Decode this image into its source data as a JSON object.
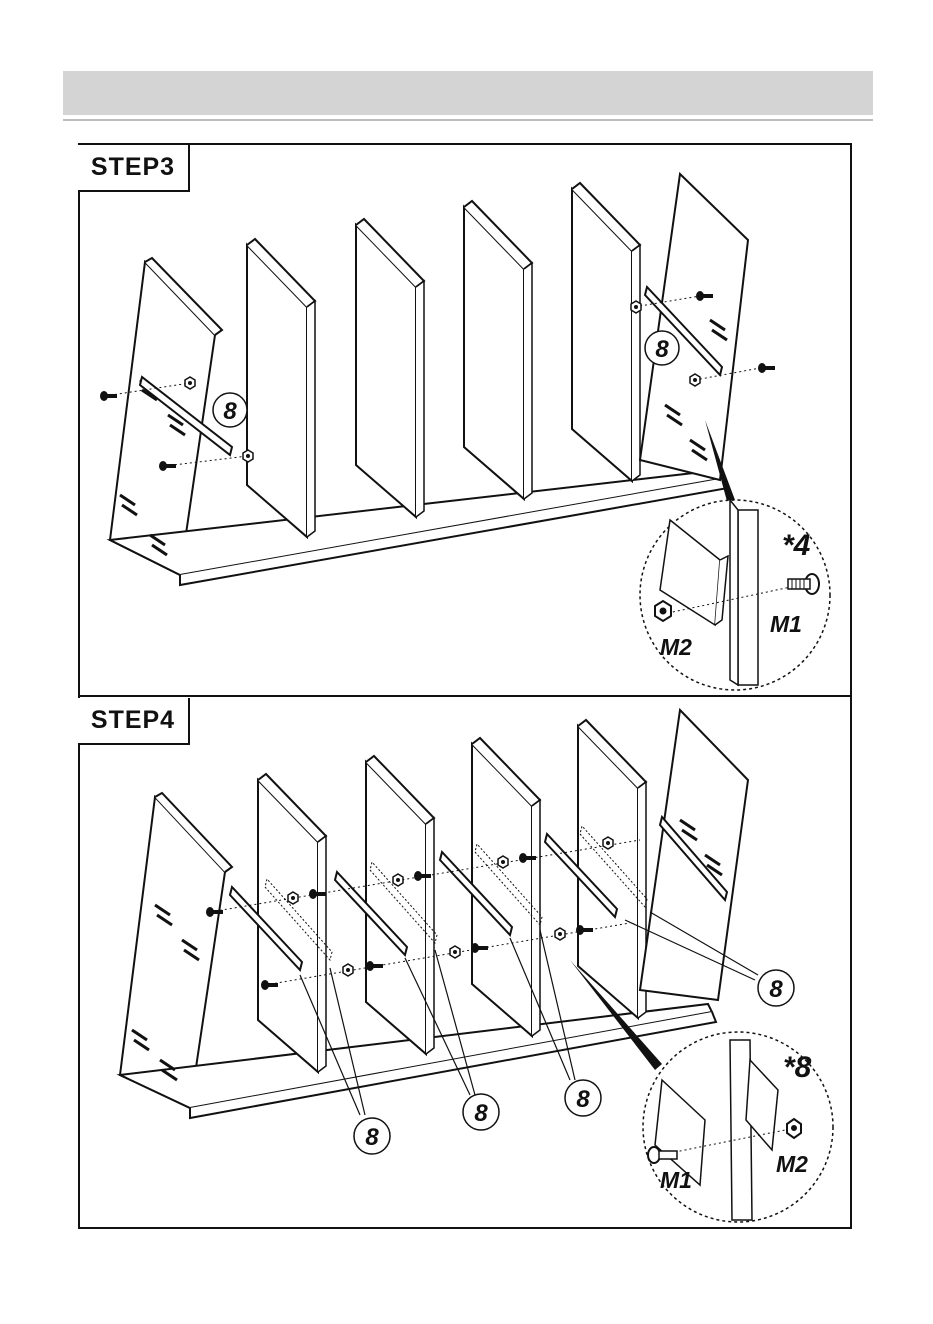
{
  "steps": [
    {
      "label": "STEP3",
      "part_callouts": [
        "8",
        "8"
      ],
      "detail": {
        "quantity": "*4",
        "screw_label": "M1",
        "nut_label": "M2"
      }
    },
    {
      "label": "STEP4",
      "part_callouts": [
        "8",
        "8",
        "8",
        "8"
      ],
      "detail": {
        "quantity": "*8",
        "screw_label": "M1",
        "nut_label": "M2"
      }
    }
  ],
  "icons": {
    "screw": "screw-icon",
    "nut": "hex-nut-icon",
    "panel": "shelf-panel",
    "bracket": "angle-bracket"
  }
}
